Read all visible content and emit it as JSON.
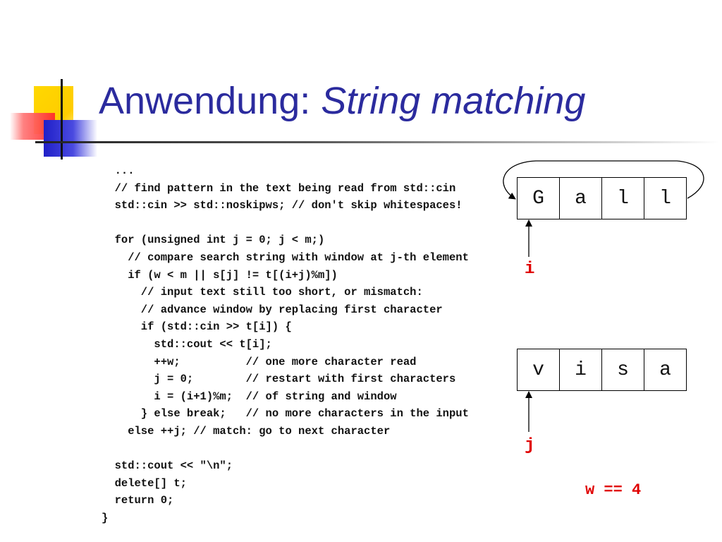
{
  "slide": {
    "title_main": "Anwendung: ",
    "title_emph": "String matching"
  },
  "code_lines": [
    "  ...",
    "  // find pattern in the text being read from std::cin",
    "  std::cin >> std::noskipws; // don't skip whitespaces!",
    "",
    "  for (unsigned int j = 0; j < m;)",
    "    // compare search string with window at j-th element",
    "    if (w < m || s[j] != t[(i+j)%m])",
    "      // input text still too short, or mismatch:",
    "      // advance window by replacing first character",
    "      if (std::cin >> t[i]) {",
    "        std::cout << t[i];",
    "        ++w;          // one more character read",
    "        j = 0;        // restart with first characters",
    "        i = (i+1)%m;  // of string and window",
    "      } else break;   // no more characters in the input",
    "    else ++j; // match: go to next character",
    "",
    "  std::cout << \"\\n\";",
    "  delete[] t;",
    "  return 0;",
    "}"
  ],
  "window_array": [
    "G",
    "a",
    "l",
    "l"
  ],
  "search_array": [
    "v",
    "i",
    "s",
    "a"
  ],
  "labels": {
    "i": "i",
    "j": "j",
    "w": "w == 4"
  },
  "colors": {
    "title": "#2b2b9e",
    "highlight": "#e00000"
  }
}
